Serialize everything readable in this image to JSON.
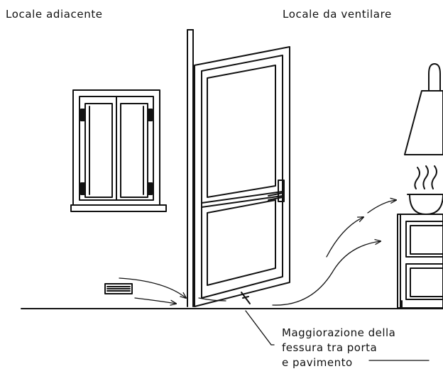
{
  "labels": {
    "left_room": "Locale adiacente",
    "right_room": "Locale da ventilare"
  },
  "annotation": {
    "line1": "Maggiorazione della",
    "line2": "fessura tra porta",
    "line3": "e pavimento"
  },
  "colors": {
    "ink": "#111111",
    "background": "#ffffff"
  }
}
